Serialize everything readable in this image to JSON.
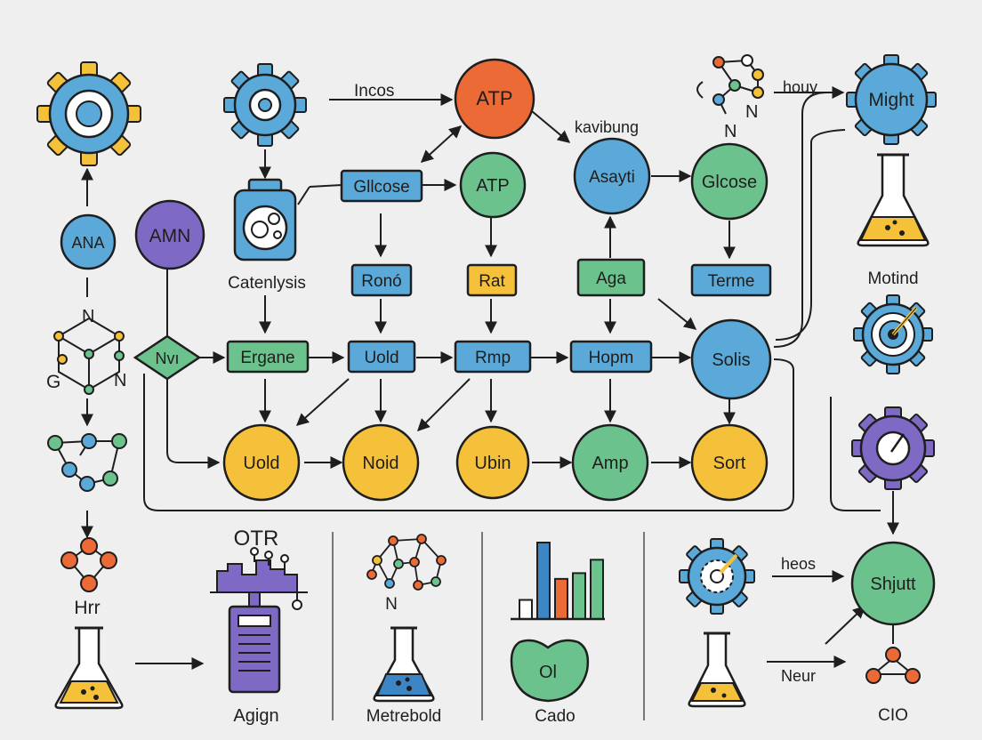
{
  "colors": {
    "background": "#efefef",
    "ink": "#1e1e1e",
    "blue": "#5aa9d9",
    "green": "#6cc28d",
    "yellow": "#f5c13a",
    "purple": "#7e6ac4",
    "orange": "#ec6a36",
    "red": "#e25b3c",
    "blue_dark": "#3d86c6"
  },
  "nodes": {
    "atp_top": "ATP",
    "atp_mid": "ATP",
    "asayti": "Asayti",
    "glcose_right": "Glcose",
    "might": "Might",
    "ana": "ANA",
    "amn": "AMN",
    "solis": "Solis",
    "uold_circle": "Uold",
    "noid": "Noid",
    "ubin": "Ubin",
    "amp": "Amp",
    "sort": "Sort",
    "shjutt": "Shjutt",
    "ol": "Ol"
  },
  "boxes": {
    "gllcose": "Gllcose",
    "rono": "Ronó",
    "rat": "Rat",
    "aga": "Aga",
    "terme": "Terme",
    "ergane": "Ergane",
    "uold": "Uold",
    "rmp": "Rmp",
    "hopm": "Hopm",
    "nvi": "Nvı"
  },
  "labels": {
    "incos": "Incos",
    "kavibung": "kavibung",
    "houy": "houy",
    "catenlysis": "Catenlysis",
    "motind": "Motind",
    "otr": "OTR",
    "hrr": "Hrr",
    "agign": "Agign",
    "metrebold": "Metrebold",
    "cado": "Cado",
    "heos": "heos",
    "neur": "Neur",
    "cio": "CIO",
    "n_upper": "N",
    "n_lower": "N",
    "hex_n_top": "N",
    "hex_g": "G",
    "hex_n_right": "N",
    "net_n": "N"
  },
  "chart_bars": {
    "values": [
      20,
      80,
      42,
      48,
      62
    ],
    "colors": [
      "#ffffff",
      "#3d86c6",
      "#ec6a36",
      "#6cc28d",
      "#6cc28d"
    ]
  }
}
